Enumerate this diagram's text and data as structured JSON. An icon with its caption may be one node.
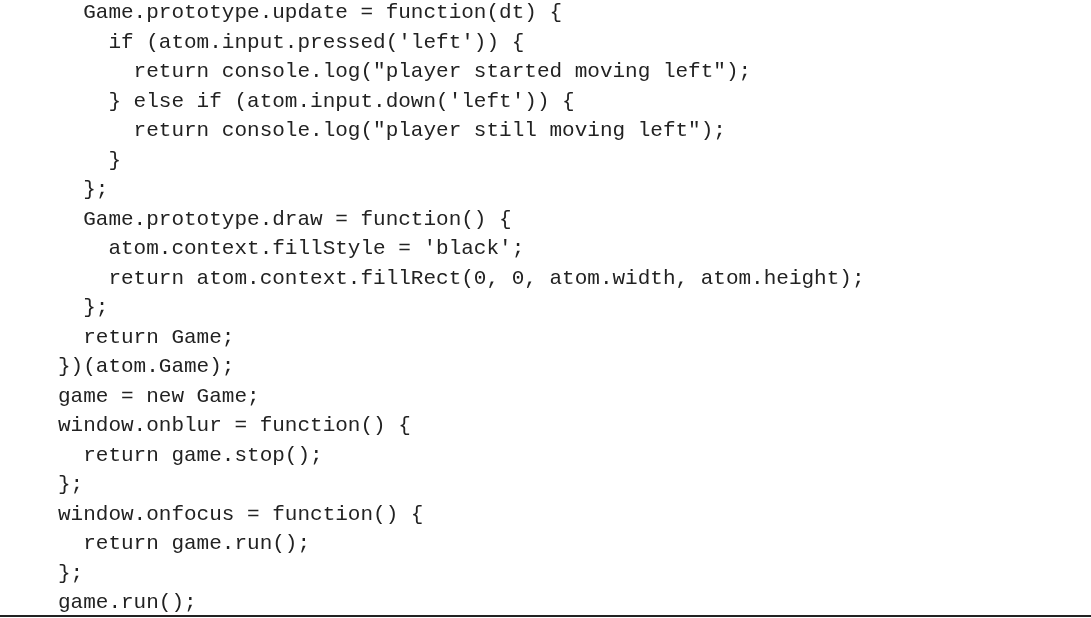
{
  "diagram": {
    "labels": [
      "  Game.prototype.update = function(dt) {",
      "    if (atom.input.pressed('left')) {",
      "      return console.log(\"player started moving left\");",
      "    } else if (atom.input.down('left')) {",
      "      return console.log(\"player still moving left\");",
      "    }",
      "  };",
      "  Game.prototype.draw = function() {",
      "    atom.context.fillStyle = 'black';",
      "    return atom.context.fillRect(0, 0, atom.width, atom.height);",
      "  };",
      "  return Game;",
      "})(atom.Game);",
      "game = new Game;",
      "window.onblur = function() {",
      "  return game.stop();",
      "};",
      "window.onfocus = function() {",
      "  return game.run();",
      "};",
      "game.run();"
    ]
  }
}
